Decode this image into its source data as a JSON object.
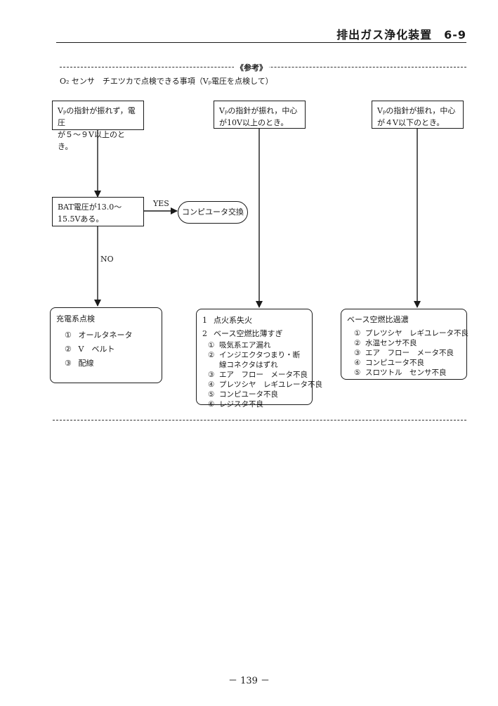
{
  "header": {
    "title": "排出ガス浄化装置　6-9"
  },
  "reference_label": "《参考》",
  "subtitle": "O₂ センサ　チエツカで点検できる事項（Vₚ電圧を点検して）",
  "boxes": {
    "top_left": [
      "Vₚの指針が振れず，電圧",
      "が５～９V以上のとき。"
    ],
    "top_middle": [
      "Vₚの指針が振れ，中心",
      "が10V以上のとき。"
    ],
    "top_right": [
      "Vₚの指針が振れ，中心",
      "が４V以下のとき。"
    ],
    "battery_check": [
      "BAT電圧が13.0～",
      "15.5Vある。"
    ],
    "replace_computer": "コンピユータ交換"
  },
  "labels": {
    "yes": "YES",
    "no": "NO"
  },
  "result_left": {
    "title": "充電系点検",
    "items": [
      {
        "num": "①",
        "text": "オールタネータ"
      },
      {
        "num": "②",
        "text": "V　ベルト"
      },
      {
        "num": "③",
        "text": "配線"
      }
    ]
  },
  "result_middle": {
    "item1": {
      "num": "1",
      "text": "点火系失火"
    },
    "item2": {
      "num": "2",
      "text": "ベース空燃比薄すぎ"
    },
    "sub_items": [
      {
        "num": "①",
        "text": "吸気系エア漏れ"
      },
      {
        "num": "②",
        "text": "インジエクタつまり・断"
      },
      {
        "num": "",
        "text": "線コネクタはずれ"
      },
      {
        "num": "③",
        "text": "エア　フロー　メータ不良"
      },
      {
        "num": "④",
        "text": "プレツシヤ　レギユレータ不良"
      },
      {
        "num": "⑤",
        "text": "コンピユータ不良"
      },
      {
        "num": "⑥",
        "text": "レジスタ不良"
      }
    ]
  },
  "result_right": {
    "title": "ベース空燃比過濃",
    "items": [
      {
        "num": "①",
        "text": "プレツシヤ　レギユレータ不良"
      },
      {
        "num": "②",
        "text": "水温センサ不良"
      },
      {
        "num": "③",
        "text": "エア　フロー　メータ不良"
      },
      {
        "num": "④",
        "text": "コンピユータ不良"
      },
      {
        "num": "⑤",
        "text": "スロツトル　センサ不良"
      }
    ]
  },
  "page_number": "－ 139 －"
}
